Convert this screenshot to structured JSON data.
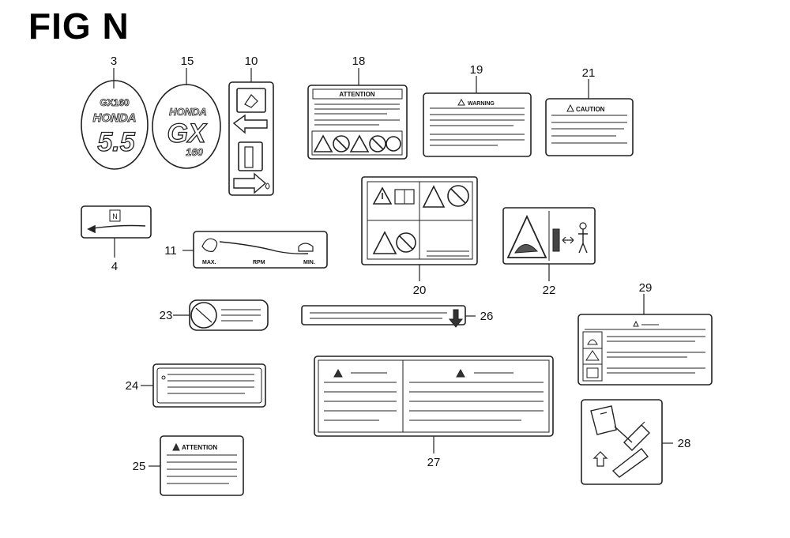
{
  "figure": {
    "title": "FIG N"
  },
  "labels": {
    "decal_5_5": {
      "top": "GX160",
      "brand": "HONDA",
      "size": "5.5"
    },
    "decal_gx160": {
      "brand": "HONDA",
      "model": "GX",
      "size": "160"
    },
    "decal_attention_18": "ATTENTION",
    "decal_warning_19": "WARNING",
    "decal_caution_21": "CAUTION",
    "decal_throttle_11": {
      "max": "MAX.",
      "rpm": "RPM",
      "min": "MIN."
    },
    "decal_attention_25": "ATTENTION",
    "decal_choke_4": "N"
  },
  "callouts": {
    "n3": "3",
    "n15": "15",
    "n10": "10",
    "n18": "18",
    "n19": "19",
    "n21": "21",
    "n4": "4",
    "n11": "11",
    "n20": "20",
    "n22": "22",
    "n23": "23",
    "n26": "26",
    "n29": "29",
    "n24": "24",
    "n27": "27",
    "n25": "25",
    "n28": "28"
  }
}
